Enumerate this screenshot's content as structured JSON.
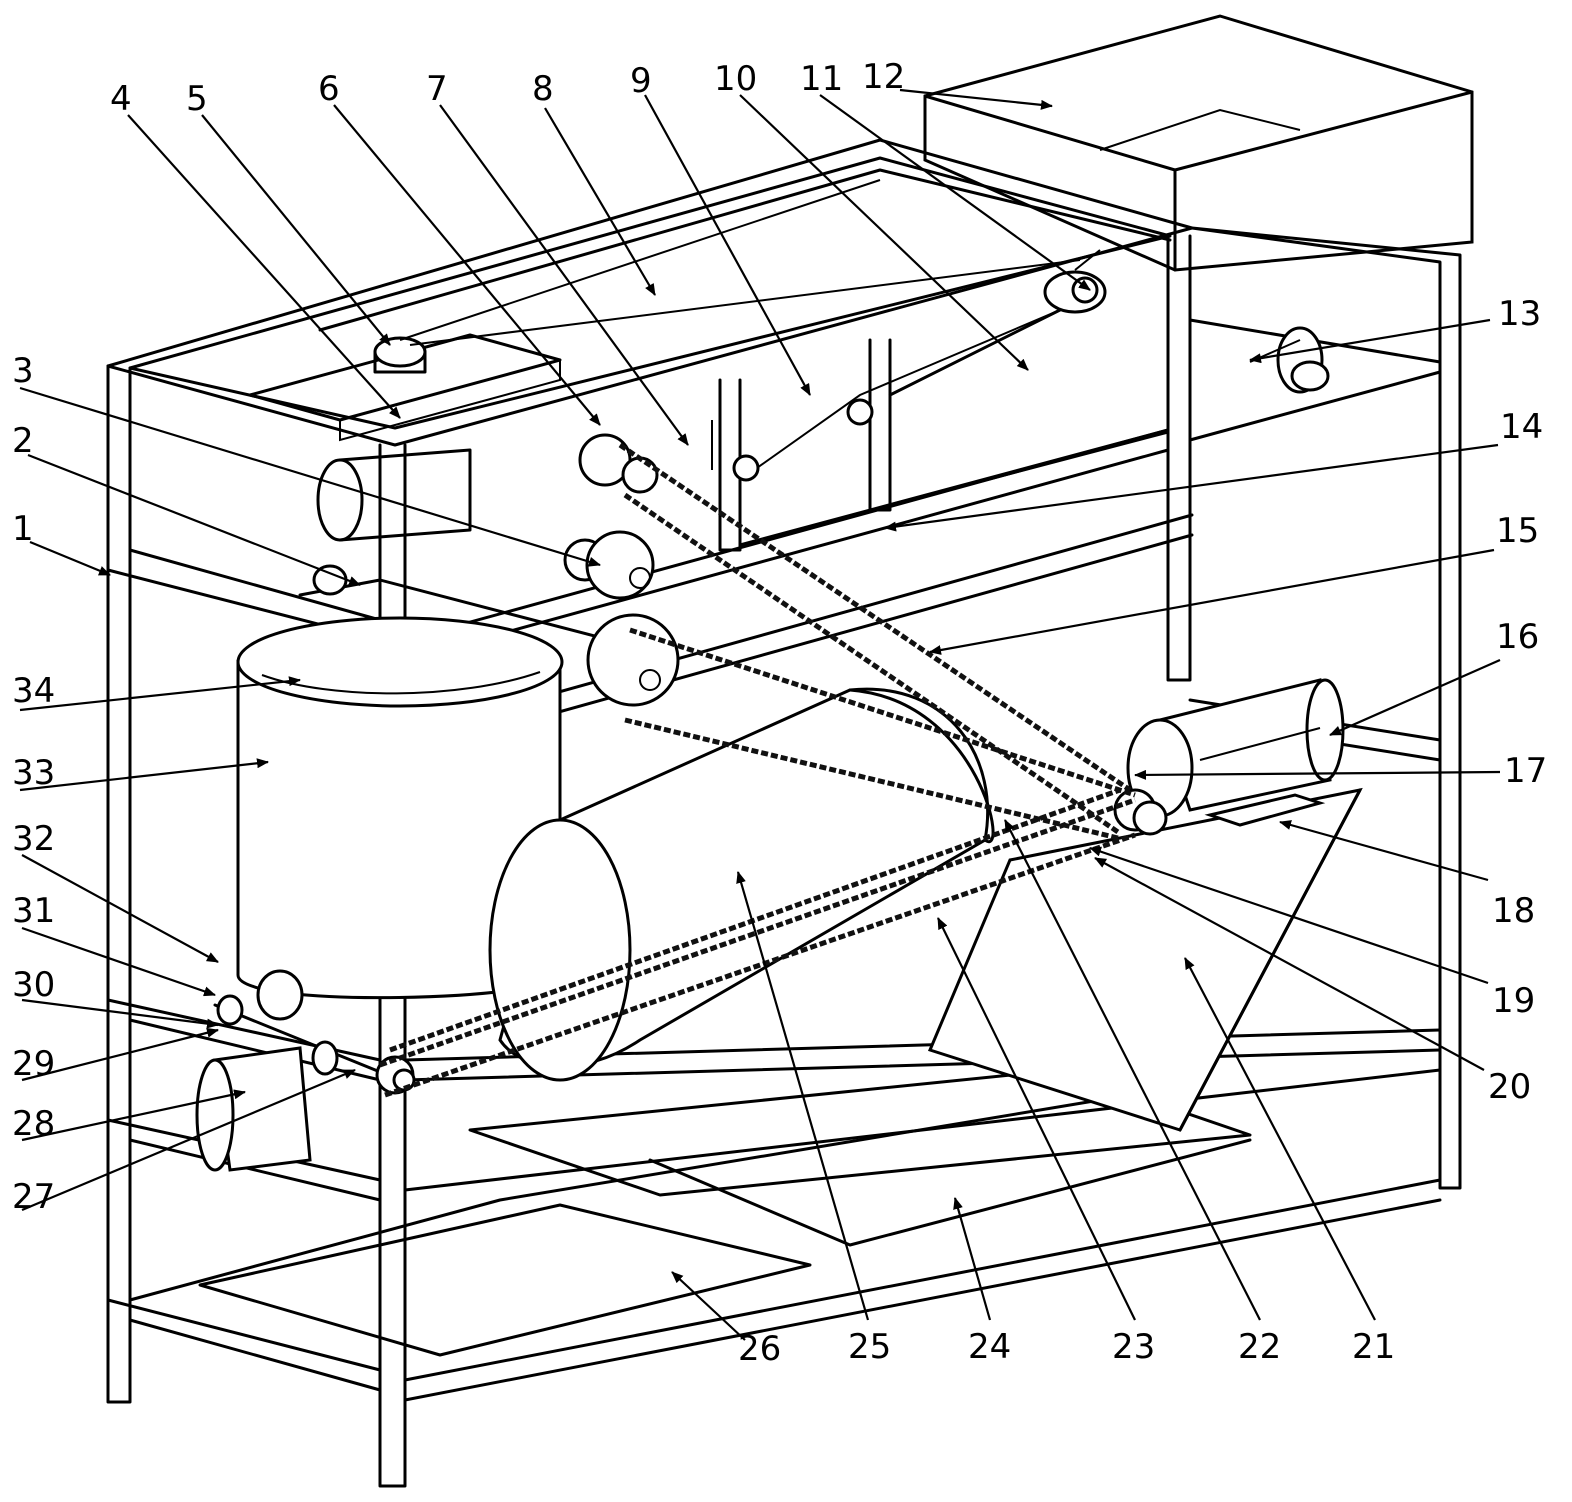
{
  "figure": {
    "callouts": [
      "1",
      "2",
      "3",
      "4",
      "5",
      "6",
      "7",
      "8",
      "9",
      "10",
      "11",
      "12",
      "13",
      "14",
      "15",
      "16",
      "17",
      "18",
      "19",
      "20",
      "21",
      "22",
      "23",
      "24",
      "25",
      "26",
      "27",
      "28",
      "29",
      "30",
      "31",
      "32",
      "33",
      "34"
    ]
  }
}
